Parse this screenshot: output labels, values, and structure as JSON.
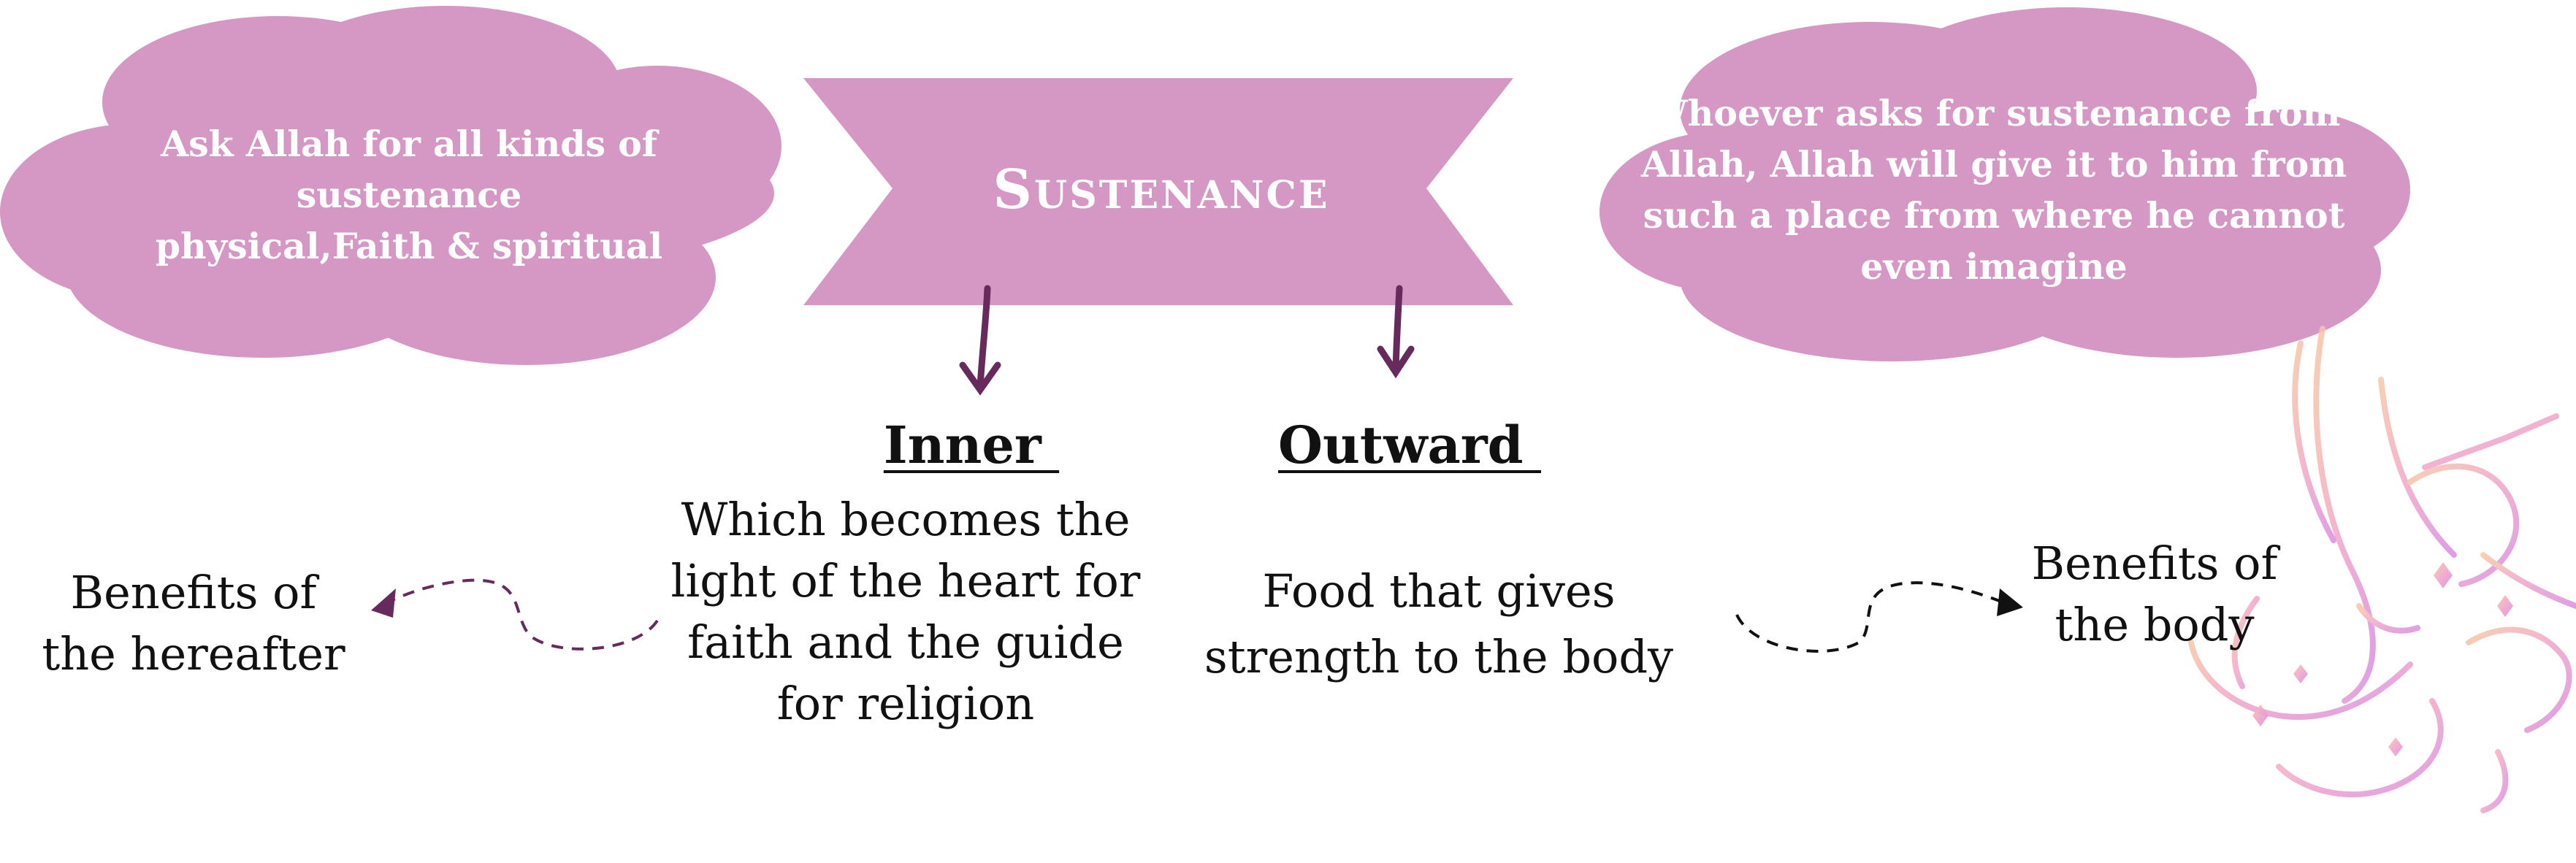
{
  "colors": {
    "shape_fill": "#d597c3",
    "arrow_dark": "#662a5c",
    "text": "#111111",
    "shape_text": "#ffffff"
  },
  "banner": {
    "title": "Sustenance"
  },
  "cloud_left": {
    "text": "Ask Allah for all kinds of\nsustenance\nphysical,Faith & spiritual"
  },
  "cloud_right": {
    "text": "Whoever asks for sustenance from\nAllah, Allah will give it to him from\nsuch a place from where he cannot\neven imagine"
  },
  "inner": {
    "heading": "Inner ",
    "description": "Which becomes the\nlight of the heart for\nfaith and the guide\nfor religion",
    "benefit": "Benefits of\nthe hereafter"
  },
  "outward": {
    "heading": "Outward ",
    "description": "Food that gives\nstrength to the body",
    "benefit": "Benefits of\nthe body"
  },
  "decoration": {
    "name": "arabic-calligraphy-ornament"
  }
}
